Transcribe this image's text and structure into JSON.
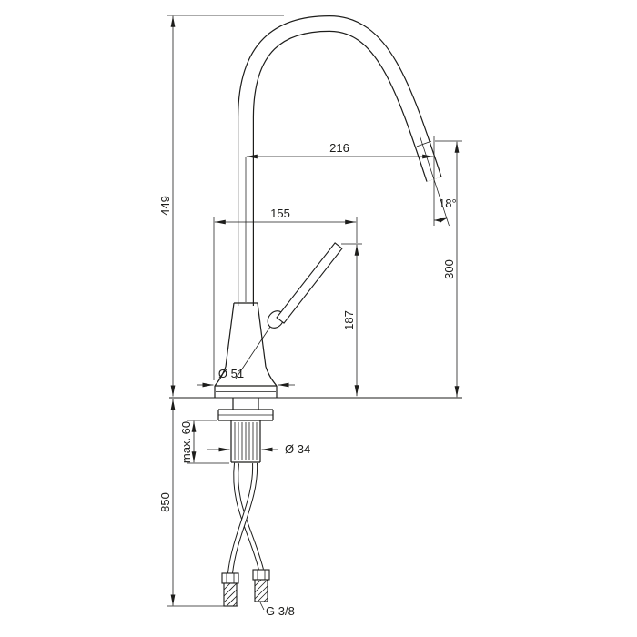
{
  "drawing": {
    "title": "faucet-installation-dimensions",
    "line_color": "#1d1d1b",
    "background": "#ffffff",
    "dimensions": {
      "overall_height": "449",
      "spout_reach": "216",
      "handle_projection": "155",
      "spout_angle": "18°",
      "spout_height": "300",
      "handle_height": "187",
      "base_diameter": "Ø 51",
      "shank_diameter": "Ø 34",
      "max_counter_thickness": "max. 60",
      "hose_length": "850",
      "connection_thread": "G 3/8"
    }
  }
}
